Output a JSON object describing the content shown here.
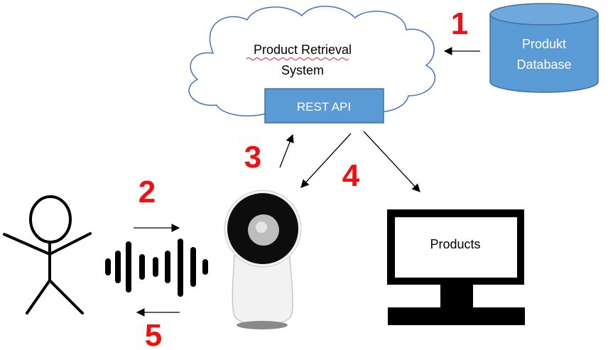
{
  "cloud": {
    "title_line1": "Product Retrieval",
    "title_line2": "System"
  },
  "api": {
    "label": "REST API"
  },
  "database": {
    "line1": "Produkt",
    "line2": "Database"
  },
  "monitor": {
    "label": "Products"
  },
  "steps": [
    "1",
    "2",
    "3",
    "4",
    "5"
  ],
  "icons": {
    "user": "stick-figure-icon",
    "voice": "sound-wave-icon",
    "robot": "social-robot-icon",
    "display": "monitor-icon",
    "store": "database-cylinder-icon"
  },
  "colors": {
    "step": "#ee1111",
    "box_fill": "#5b9bd5",
    "box_stroke": "#41719c",
    "cloud_stroke": "#4472c4"
  }
}
